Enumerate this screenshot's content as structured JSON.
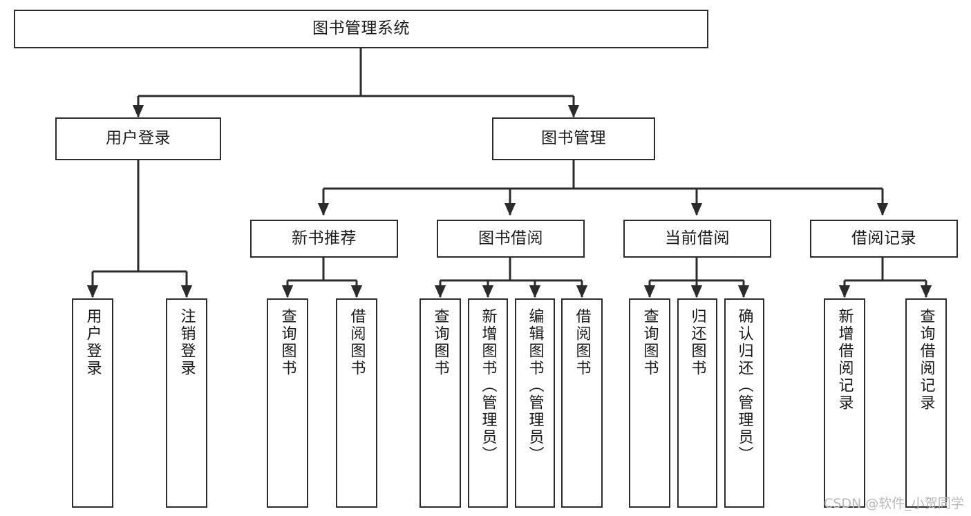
{
  "diagram": {
    "title": "图书管理系统",
    "type": "tree-hierarchy-chart",
    "colors": {
      "box_border": "#2b2b2b",
      "box_fill": "#ffffff",
      "edge": "#2b2b2b",
      "text": "#1a1a1a",
      "watermark": "#b9b9b9",
      "background": "#ffffff"
    }
  },
  "watermark": {
    "text": "CSDN @软件_小贺同学"
  },
  "nodes": {
    "root": {
      "label": "图书管理系统"
    },
    "level1": [
      {
        "id": "user-login",
        "label": "用户登录"
      },
      {
        "id": "book-management",
        "label": "图书管理"
      }
    ],
    "level2": [
      {
        "id": "new-book-recommend",
        "label": "新书推荐"
      },
      {
        "id": "book-borrow",
        "label": "图书借阅"
      },
      {
        "id": "current-borrow",
        "label": "当前借阅"
      },
      {
        "id": "borrow-record",
        "label": "借阅记录"
      }
    ],
    "leaves": {
      "user_login": [
        {
          "id": "leaf-user-login",
          "label": "用户登录"
        },
        {
          "id": "leaf-logout-login",
          "label": "注销登录"
        }
      ],
      "new_book_recommend": [
        {
          "id": "leaf-query-book-1",
          "label": "查询图书"
        },
        {
          "id": "leaf-borrow-book-1",
          "label": "借阅图书"
        }
      ],
      "book_borrow": [
        {
          "id": "leaf-query-book-2",
          "label": "查询图书"
        },
        {
          "id": "leaf-add-book",
          "label": "新增图书（管理员）"
        },
        {
          "id": "leaf-edit-book",
          "label": "编辑图书（管理员）"
        },
        {
          "id": "leaf-borrow-book-2",
          "label": "借阅图书"
        }
      ],
      "current_borrow": [
        {
          "id": "leaf-query-book-3",
          "label": "查询图书"
        },
        {
          "id": "leaf-return-book",
          "label": "归还图书"
        },
        {
          "id": "leaf-confirm-return",
          "label": "确认归还（管理员）"
        }
      ],
      "borrow_record": [
        {
          "id": "leaf-add-borrow-record",
          "label": "新增借阅记录"
        },
        {
          "id": "leaf-query-borrow-record",
          "label": "查询借阅记录"
        }
      ]
    }
  },
  "edges": [
    {
      "from": "图书管理系统",
      "to": "用户登录"
    },
    {
      "from": "图书管理系统",
      "to": "图书管理"
    },
    {
      "from": "用户登录",
      "to": "用户登录"
    },
    {
      "from": "用户登录",
      "to": "注销登录"
    },
    {
      "from": "图书管理",
      "to": "新书推荐"
    },
    {
      "from": "图书管理",
      "to": "图书借阅"
    },
    {
      "from": "图书管理",
      "to": "当前借阅"
    },
    {
      "from": "图书管理",
      "to": "借阅记录"
    },
    {
      "from": "新书推荐",
      "to": "查询图书"
    },
    {
      "from": "新书推荐",
      "to": "借阅图书"
    },
    {
      "from": "图书借阅",
      "to": "查询图书"
    },
    {
      "from": "图书借阅",
      "to": "新增图书（管理员）"
    },
    {
      "from": "图书借阅",
      "to": "编辑图书（管理员）"
    },
    {
      "from": "图书借阅",
      "to": "借阅图书"
    },
    {
      "from": "当前借阅",
      "to": "查询图书"
    },
    {
      "from": "当前借阅",
      "to": "归还图书"
    },
    {
      "from": "当前借阅",
      "to": "确认归还（管理员）"
    },
    {
      "from": "借阅记录",
      "to": "新增借阅记录"
    },
    {
      "from": "借阅记录",
      "to": "查询借阅记录"
    }
  ]
}
